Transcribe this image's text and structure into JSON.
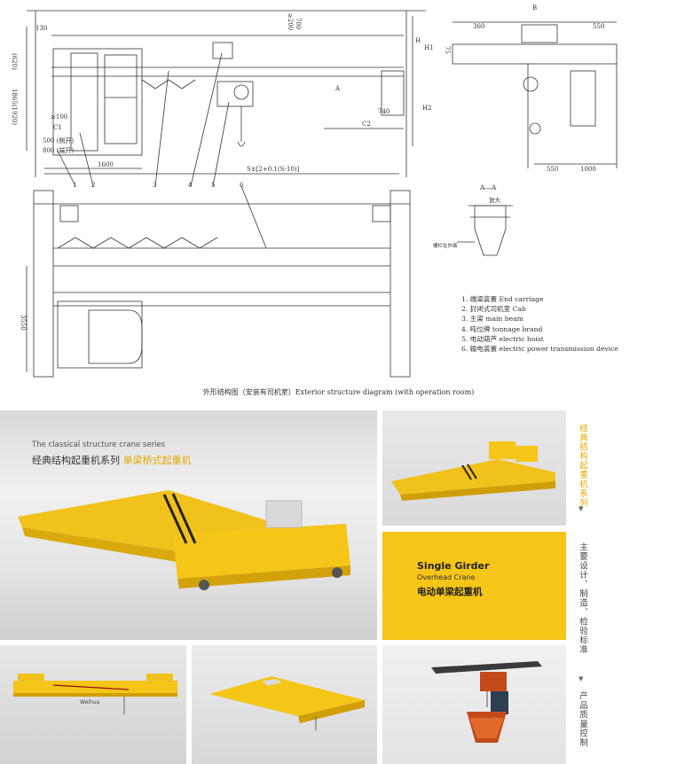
{
  "drawing": {
    "caption": "外形结构图（安装有司机室）Exterior structure diagram (with operation room)",
    "legend": [
      "1. 端梁装置 End carriage",
      "2. 封闭式司机室 Cab",
      "3. 主梁 main beam",
      "4. 吨位牌 tonnage brand",
      "5. 电动葫芦 electric hoist",
      "6. 输电装置 electric power transmission device"
    ],
    "section_title": "A—A",
    "section_sub": "放大",
    "section_side": "栅栏在外面",
    "dims": {
      "d130": "130",
      "d620": "(620)",
      "d1865": "1865(1920)",
      "d100": "≥100",
      "c1": "C1",
      "d500": "500 (侧开)",
      "d800": "800 (端开)",
      "d1600": "1600",
      "d700": "700",
      "d200": "≥200",
      "h": "H",
      "h1": "H1",
      "h2": "H2",
      "c2": "C2",
      "d740": "740",
      "span": "S±[2+0.1(S-10)]",
      "b": "B",
      "d360": "360",
      "d550a": "550",
      "d75": "75",
      "d550b": "550",
      "d1000": "1000",
      "d3550": "3550",
      "a_mark": "A",
      "p1": "1",
      "p2": "2",
      "p3": "3",
      "p4": "4",
      "p5": "5",
      "p6": "6"
    }
  },
  "brochure": {
    "series_en": "The classical structure crane series",
    "series_cn_main": "经典结构起重机系列",
    "series_cn_highlight": "单梁桥式起重机",
    "product_title": "Single Girder",
    "product_sub": "Overhead Crane",
    "product_cn": "电动单梁起重机",
    "side_1": "经典结构起重机系列",
    "side_2": "主要设计、制造、检验标准",
    "side_3": "产品质量控制",
    "arrow": "▼",
    "logo_small": "Weihua"
  },
  "colors": {
    "crane_yellow": "#f5c518",
    "accent_gold": "#e2a800",
    "line": "#333333"
  }
}
